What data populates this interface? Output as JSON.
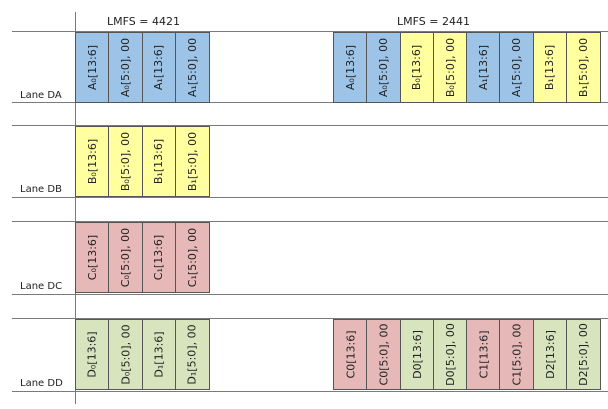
{
  "headers": {
    "left": "LMFS = 4421",
    "right": "LMFS = 2441"
  },
  "lanes": [
    "Lane DA",
    "Lane DB",
    "Lane DC",
    "Lane DD"
  ],
  "colors": {
    "blue": "#9dc3e6",
    "yellow": "#ffff9f",
    "pink": "#e6b8b7",
    "green": "#d7e4bd"
  },
  "grid": [
    {
      "lane": "Lane DA",
      "left": [
        {
          "text": "A₀[13:6]",
          "color": "blue"
        },
        {
          "text": "A₀[5:0], 00",
          "color": "blue"
        },
        {
          "text": "A₁[13:6]",
          "color": "blue"
        },
        {
          "text": "A₁[5:0], 00",
          "color": "blue"
        }
      ],
      "right": [
        {
          "text": "A₀[13:6]",
          "color": "blue"
        },
        {
          "text": "A₀[5:0], 00",
          "color": "blue"
        },
        {
          "text": "B₀[13:6]",
          "color": "yellow"
        },
        {
          "text": "B₀[5:0], 00",
          "color": "yellow"
        },
        {
          "text": "A₁[13:6]",
          "color": "blue"
        },
        {
          "text": "A₁[5:0], 00",
          "color": "blue"
        },
        {
          "text": "B₁[13:6]",
          "color": "yellow"
        },
        {
          "text": "B₁[5:0], 00",
          "color": "yellow"
        }
      ]
    },
    {
      "lane": "Lane DB",
      "left": [
        {
          "text": "B₀[13:6]",
          "color": "yellow"
        },
        {
          "text": "B₀[5:0], 00",
          "color": "yellow"
        },
        {
          "text": "B₁[13:6]",
          "color": "yellow"
        },
        {
          "text": "B₁[5:0], 00",
          "color": "yellow"
        }
      ],
      "right": []
    },
    {
      "lane": "Lane DC",
      "left": [
        {
          "text": "C₀[13:6]",
          "color": "pink"
        },
        {
          "text": "C₀[5:0], 00",
          "color": "pink"
        },
        {
          "text": "C₁[13:6]",
          "color": "pink"
        },
        {
          "text": "C₁[5:0], 00",
          "color": "pink"
        }
      ],
      "right": []
    },
    {
      "lane": "Lane DD",
      "left": [
        {
          "text": "D₀[13:6]",
          "color": "green"
        },
        {
          "text": "D₀[5:0], 00",
          "color": "green"
        },
        {
          "text": "D₁[13:6]",
          "color": "green"
        },
        {
          "text": "D₁[5:0], 00",
          "color": "green"
        }
      ],
      "right": [
        {
          "text": "C0[13:6]",
          "color": "pink"
        },
        {
          "text": "C0[5:0], 00",
          "color": "pink"
        },
        {
          "text": "D0[13:6]",
          "color": "green"
        },
        {
          "text": "D0[5:0], 00",
          "color": "green"
        },
        {
          "text": "C1[13:6]",
          "color": "pink"
        },
        {
          "text": "C1[5:0], 00",
          "color": "pink"
        },
        {
          "text": "D2[13:6]",
          "color": "green"
        },
        {
          "text": "D2[5:0], 00",
          "color": "green"
        }
      ]
    }
  ]
}
